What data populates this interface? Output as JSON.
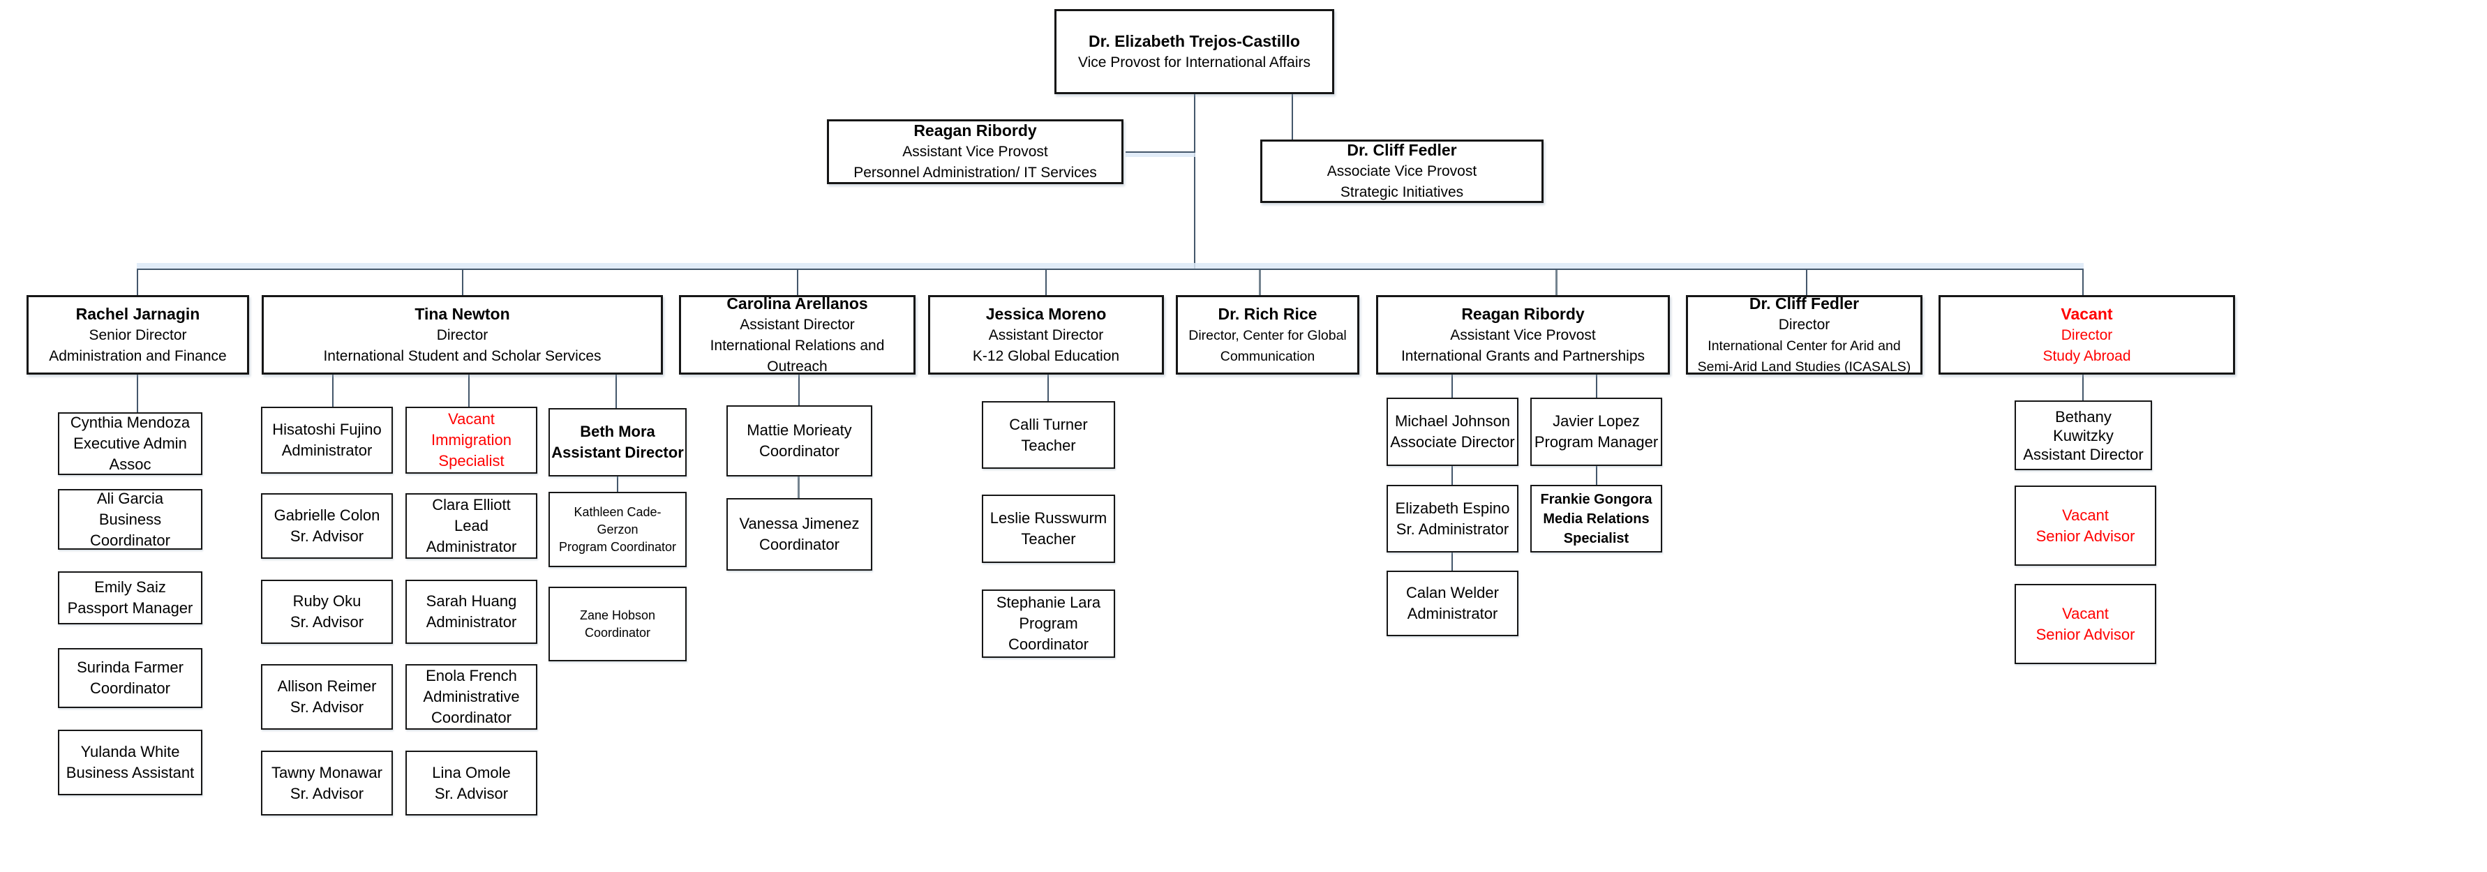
{
  "title": "Office of International Affairs organizational chart",
  "colors": {
    "background": "#ffffff",
    "box_border": "#161616",
    "text": "#000000",
    "vacant_red": "#FF0000",
    "connector": "#44576b",
    "connector_gray": "#74838f",
    "connector_highlight": "#dce9f7"
  },
  "boxes": {
    "provost": [
      "Dr. Elizabeth Trejos-Castillo",
      "Vice Provost for International Affairs"
    ],
    "reagan_avp": [
      "Reagan Ribordy",
      "Assistant Vice Provost",
      "Personnel Administration/ IT Services"
    ],
    "fedler_avp": [
      "Dr. Cliff Fedler",
      "Associate Vice Provost",
      "Strategic Initiatives"
    ],
    "rachel": [
      "Rachel Jarnagin",
      "Senior Director",
      "Administration and Finance"
    ],
    "tina": [
      "Tina Newton",
      "Director",
      "International Student and Scholar Services"
    ],
    "carolina": [
      "Carolina Arellanos",
      "Assistant Director",
      "International Relations and",
      "Outreach"
    ],
    "jessica": [
      "Jessica Moreno",
      "Assistant Director",
      "K-12 Global Education"
    ],
    "rice": [
      "Dr. Rich Rice",
      "Director, Center for Global",
      "Communication"
    ],
    "grants": [
      "Reagan Ribordy",
      "Assistant Vice Provost",
      "International Grants and Partnerships"
    ],
    "icasals": [
      "Dr. Cliff Fedler",
      "Director",
      "International Center for Arid and",
      "Semi-Arid Land Studies (ICASALS)"
    ],
    "studyabroad": [
      "Vacant",
      "Director",
      "Study Abroad"
    ],
    "cynthia": [
      "Cynthia Mendoza",
      "Executive Admin",
      "Assoc"
    ],
    "ali": [
      "Ali Garcia",
      "Business",
      "Coordinator"
    ],
    "emily": [
      "Emily Saiz",
      "Passport Manager"
    ],
    "surinda": [
      "Surinda Farmer",
      "Coordinator"
    ],
    "yulanda": [
      "Yulanda White",
      "Business Assistant"
    ],
    "hisatoshi": [
      "Hisatoshi Fujino",
      "Administrator"
    ],
    "gabrielle": [
      "Gabrielle Colon",
      "Sr. Advisor"
    ],
    "ruby": [
      "Ruby Oku",
      "Sr. Advisor"
    ],
    "allison": [
      "Allison Reimer",
      "Sr. Advisor"
    ],
    "tawny": [
      "Tawny Monawar",
      "Sr. Advisor"
    ],
    "vacant_imm": [
      "Vacant",
      "Immigration",
      "Specialist"
    ],
    "clara": [
      "Clara Elliott",
      "Lead",
      "Administrator"
    ],
    "sarah": [
      "Sarah Huang",
      "Administrator"
    ],
    "enola": [
      "Enola French",
      "Administrative",
      "Coordinator"
    ],
    "lina": [
      "Lina Omole",
      "Sr. Advisor"
    ],
    "bethmora": [
      "Beth Mora",
      "Assistant Director"
    ],
    "kathleen": [
      "Kathleen Cade-",
      "Gerzon",
      "Program Coordinator"
    ],
    "zane": [
      "Zane Hobson",
      "Coordinator"
    ],
    "mattie": [
      "Mattie Morieaty",
      "Coordinator"
    ],
    "vanessa": [
      "Vanessa Jimenez",
      "Coordinator"
    ],
    "calli": [
      "Calli Turner",
      "Teacher"
    ],
    "leslie": [
      "Leslie Russwurm",
      "Teacher"
    ],
    "stephanie": [
      "Stephanie Lara",
      "Program",
      "Coordinator"
    ],
    "michael": [
      "Michael Johnson",
      "Associate Director"
    ],
    "elizabeth_e": [
      "Elizabeth Espino",
      "Sr. Administrator"
    ],
    "calan": [
      "Calan Welder",
      "Administrator"
    ],
    "javier": [
      "Javier Lopez",
      "Program Manager"
    ],
    "frankie": [
      "Frankie Gongora",
      "Media Relations",
      "Specialist"
    ],
    "bethany": [
      "Bethany",
      "Kuwitzky",
      "Assistant Director"
    ],
    "vacant_sa1": [
      "Vacant",
      "Senior Advisor"
    ],
    "vacant_sa2": [
      "Vacant",
      "Senior Advisor"
    ]
  },
  "edges": [
    {
      "from": "Dr. Elizabeth Trejos-Castillo",
      "to": [
        "Reagan Ribordy (Assistant Vice Provost, Personnel Administration/ IT Services)",
        "Dr. Cliff Fedler (Associate Vice Provost, Strategic Initiatives)",
        "Rachel Jarnagin",
        "Tina Newton",
        "Carolina Arellanos",
        "Jessica Moreno",
        "Dr. Rich Rice",
        "Reagan Ribordy (International Grants and Partnerships)",
        "Dr. Cliff Fedler (ICASALS)",
        "Vacant Director Study Abroad"
      ]
    },
    {
      "from": "Rachel Jarnagin",
      "to": [
        "Cynthia Mendoza"
      ]
    },
    {
      "from": "Tina Newton",
      "to": [
        "Hisatoshi Fujino",
        "Vacant Immigration Specialist",
        "Beth Mora"
      ]
    },
    {
      "from": "Beth Mora",
      "to": [
        "Kathleen Cade-Gerzon"
      ]
    },
    {
      "from": "Carolina Arellanos",
      "to": [
        "Mattie Morieaty"
      ]
    },
    {
      "from": "Mattie Morieaty",
      "to": [
        "Vanessa Jimenez"
      ]
    },
    {
      "from": "Jessica Moreno",
      "to": [
        "Calli Turner"
      ]
    },
    {
      "from": "Reagan Ribordy (International Grants and Partnerships)",
      "to": [
        "Michael Johnson",
        "Javier Lopez"
      ]
    },
    {
      "from": "Michael Johnson",
      "to": [
        "Elizabeth Espino"
      ]
    },
    {
      "from": "Elizabeth Espino",
      "to": [
        "Calan Welder"
      ]
    },
    {
      "from": "Javier Lopez",
      "to": [
        "Frankie Gongora"
      ]
    },
    {
      "from": "Vacant Director Study Abroad",
      "to": [
        "Bethany Kuwitzky"
      ]
    }
  ]
}
